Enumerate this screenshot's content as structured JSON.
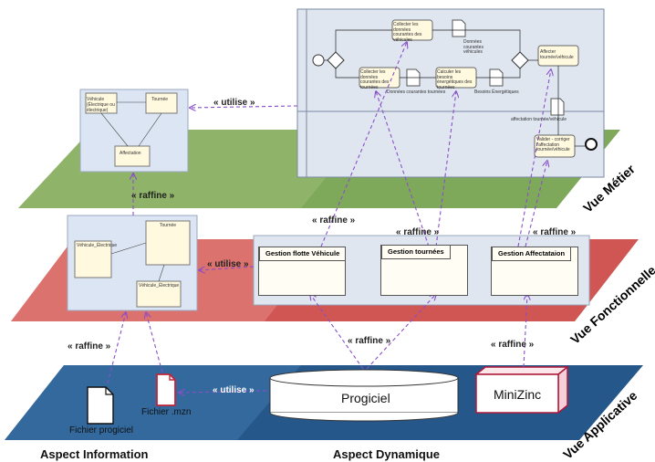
{
  "planes": {
    "metier": "Vue Métier",
    "fonctionnelle": "Vue Fonctionnelle",
    "applicative": "Vue Applicative"
  },
  "aspects": {
    "information": "Aspect Information",
    "dynamique": "Aspect Dynamique"
  },
  "relations": {
    "utilise_top": "« utilise »",
    "utilise_mid": "« utilise »",
    "utilise_bot": "« utilise »",
    "raffine_left_top": "« raffine »",
    "raffine_left_mid": "« raffine »",
    "raffine_center_left": "« raffine »",
    "raffine_center": "« raffine »",
    "raffine_center_right": "« raffine »",
    "raffine_bottom_center": "« raffine »",
    "raffine_bottom_right": "« raffine »"
  },
  "packages": {
    "flotte": "Gestion flotte Véhicule",
    "tournees": "Gestion tournées",
    "affectation": "Gestion Affectataion"
  },
  "applicative": {
    "progiciel": "Progiciel",
    "minizinc": "MiniZinc",
    "fichier_progiciel": "Fichier  progiciel",
    "fichier_mzn": "Fichier .mzn"
  },
  "metier_class_diagram": {
    "vehicule": "Véhicule (Électrique ou électrique)",
    "tournee": "Tournée",
    "affectation": "Affectation"
  },
  "bpmn": {
    "task1": "Collecter les données courantes des véhicules",
    "task2": "Collecter les données courantes des tournées",
    "task3": "Calculer les besoins énergétiques des tournées",
    "task4": "Affecter tournée/véhicule",
    "task5": "Valider - corriger l'affectation tournée/véhicule",
    "doc1": "Données courantes véhicules",
    "doc2": "Données courantes tournées",
    "doc3": "Besoins Énergétiques",
    "doc4": "affectation tournée/véhicule"
  },
  "fonc_class_diagram": {
    "vehicule": "Véhicule_Électrique",
    "tournee": "Tournée",
    "vehicule2": "Véhicule_Électrique"
  },
  "colors": {
    "metier_plane": "#7ea85a",
    "metier_plane_light": "#a7c67e",
    "fonc_plane": "#d55a57",
    "fonc_plane_light": "#e58c87",
    "app_plane": "#2a5b88",
    "app_plane_light": "#3b74a8",
    "arrow": "#8a4fc8",
    "minizinc": "#b0183a"
  }
}
